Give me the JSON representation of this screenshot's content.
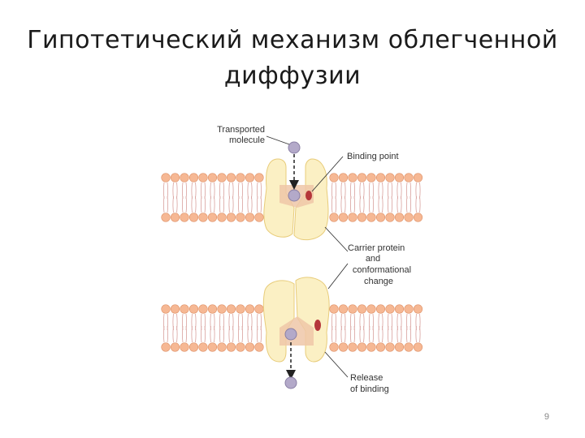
{
  "slide": {
    "title_line1": "Гипотетический механизм облегченной",
    "title_line2": "диффузии",
    "page_number": "9"
  },
  "diagram": {
    "labels": {
      "transported_molecule_1": "Transported",
      "transported_molecule_2": "molecule",
      "binding_point": "Binding point",
      "carrier_1": "Carrier protein",
      "carrier_2": "and",
      "carrier_3": "conformational",
      "carrier_4": "change",
      "release_1": "Release",
      "release_2": "of binding"
    },
    "colors": {
      "phospholipid_head": "#f6b894",
      "phospholipid_head_stroke": "#e0936a",
      "tail": "#d8a09c",
      "carrier_protein": "#fbf0c4",
      "carrier_stroke": "#e8cc7a",
      "channel": "#efc7a8",
      "molecule": "#b3a9c9",
      "binding_site": "#b5363a"
    }
  }
}
